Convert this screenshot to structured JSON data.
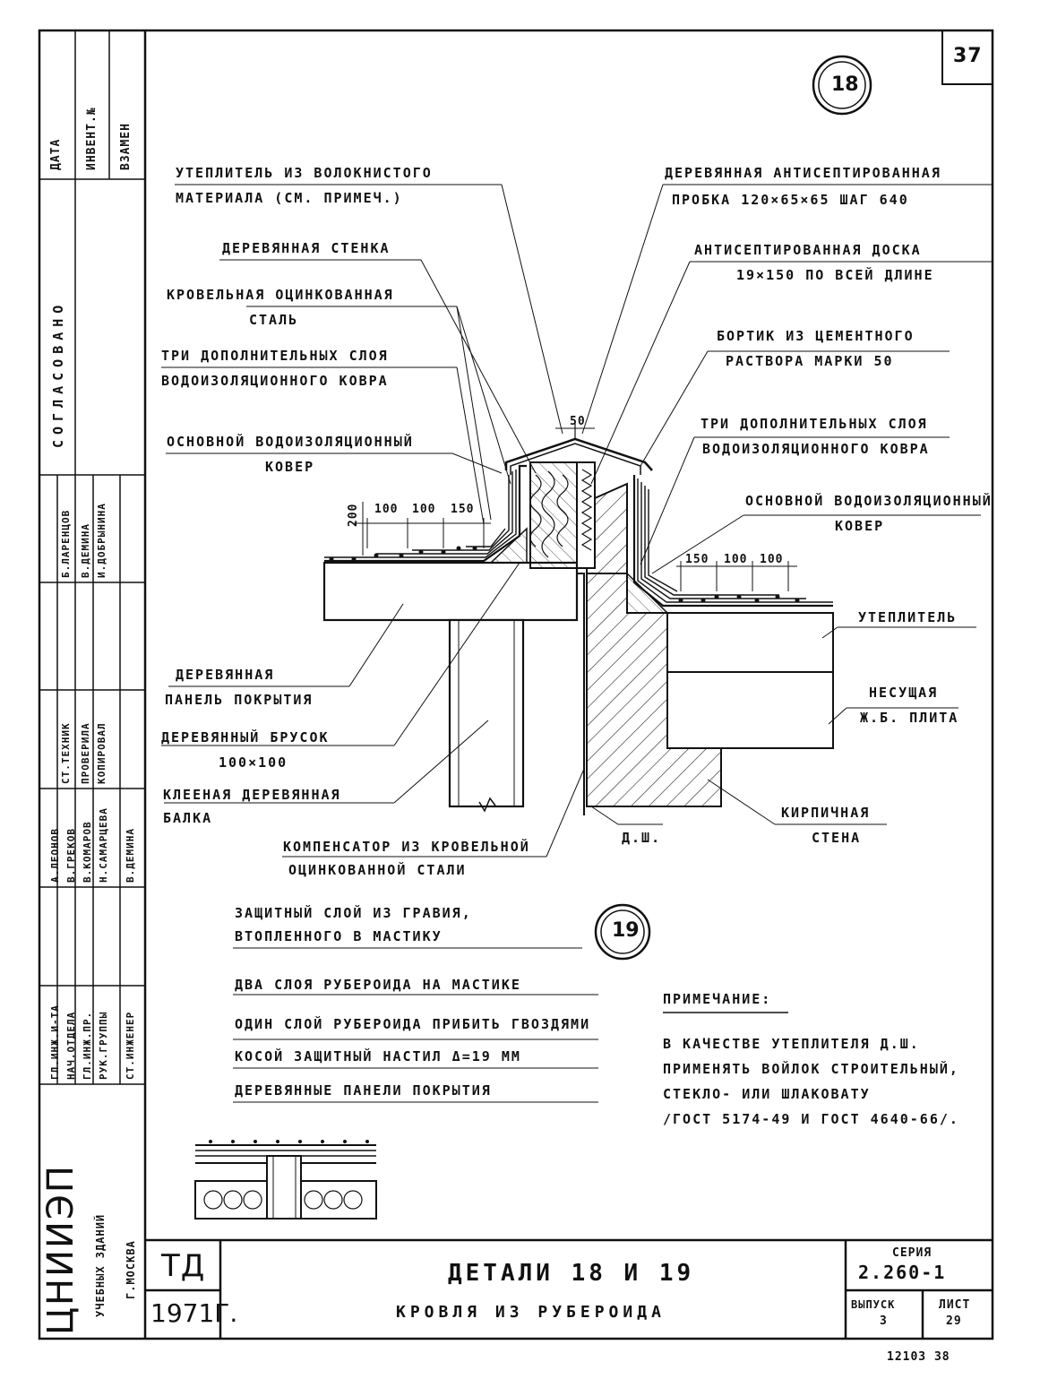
{
  "page_number": "37",
  "detail_18": "18",
  "detail_19": "19",
  "labels": {
    "insulation_fiber_1": "УТЕПЛИТЕЛЬ ИЗ ВОЛОКНИСТОГО",
    "insulation_fiber_2": "МАТЕРИАЛА (СМ. ПРИМЕЧ.)",
    "wood_wall": "ДЕРЕВЯННАЯ СТЕНКА",
    "roof_steel_1": "КРОВЕЛЬНАЯ ОЦИНКОВАННАЯ",
    "roof_steel_2": "СТАЛЬ",
    "three_layers_l_1": "ТРИ ДОПОЛНИТЕЛЬНЫХ СЛОЯ",
    "three_layers_l_2": "ВОДОИЗОЛЯЦИОННОГО КОВРА",
    "main_carpet_l_1": "ОСНОВНОЙ ВОДОИЗОЛЯЦИОННЫЙ",
    "main_carpet_l_2": "КОВЕР",
    "wood_plug_1": "ДЕРЕВЯННАЯ АНТИСЕПТИРОВАННАЯ",
    "wood_plug_2": "ПРОБКА 120×65×65 ШАГ 640",
    "board_1": "АНТИСЕПТИРОВАННАЯ ДОСКА",
    "board_2": "19×150 ПО ВСЕЙ ДЛИНЕ",
    "curb_1": "БОРТИК ИЗ ЦЕМЕНТНОГО",
    "curb_2": "РАСТВОРА МАРКИ 50",
    "three_layers_r_1": "ТРИ ДОПОЛНИТЕЛЬНЫХ СЛОЯ",
    "three_layers_r_2": "ВОДОИЗОЛЯЦИОННОГО КОВРА",
    "main_carpet_r_1": "ОСНОВНОЙ ВОДОИЗОЛЯЦИОННЫЙ",
    "main_carpet_r_2": "КОВЕР",
    "insulation": "УТЕПЛИТЕЛЬ",
    "bearing_slab_1": "НЕСУЩАЯ",
    "bearing_slab_2": "Ж.Б. ПЛИТА",
    "wood_panel_1": "ДЕРЕВЯННАЯ",
    "wood_panel_2": "ПАНЕЛЬ ПОКРЫТИЯ",
    "wood_bar_1": "ДЕРЕВЯННЫЙ БРУСОК",
    "wood_bar_2": "100×100",
    "glued_beam_1": "КЛЕЕНАЯ ДЕРЕВЯННАЯ",
    "glued_beam_2": "БАЛКА",
    "compensator_1": "КОМПЕНСАТОР ИЗ КРОВЕЛЬНОЙ",
    "compensator_2": "ОЦИНКОВАННОЙ СТАЛИ",
    "brick_wall_1": "КИРПИЧНАЯ",
    "brick_wall_2": "СТЕНА",
    "dsh": "Д.Ш.",
    "dim_50": "50",
    "dim_200": "200",
    "dim_l_100a": "100",
    "dim_l_100b": "100",
    "dim_l_150": "150",
    "dim_r_150": "150",
    "dim_r_100a": "100",
    "dim_r_100b": "100"
  },
  "detail19_layers": [
    "ЗАЩИТНЫЙ СЛОЙ ИЗ ГРАВИЯ,",
    "ВТОПЛЕННОГО В МАСТИКУ",
    "ДВА СЛОЯ РУБЕРОИДА НА МАСТИКЕ",
    "ОДИН СЛОЙ РУБЕРОИДА ПРИБИТЬ ГВОЗДЯМИ",
    "КОСОЙ ЗАЩИТНЫЙ НАСТИЛ δ=19 ММ",
    "ДЕРЕВЯННЫЕ ПАНЕЛИ ПОКРЫТИЯ"
  ],
  "note": {
    "title": "ПРИМЕЧАНИЕ:",
    "lines": [
      "В КАЧЕСТВЕ УТЕПЛИТЕЛЯ Д.Ш.",
      "ПРИМЕНЯТЬ ВОЙЛОК СТРОИТЕЛЬНЫЙ,",
      "СТЕКЛО- ИЛИ ШЛАКОВАТУ",
      "/ГОСТ 5174-49 И ГОСТ 4640-66/."
    ]
  },
  "title_block": {
    "td": "ТД",
    "year": "1971г.",
    "title": "ДЕТАЛИ 18 И 19",
    "subtitle": "КРОВЛЯ ИЗ РУБЕРОИДА",
    "series_label": "СЕРИЯ",
    "series_value": "2.260-1",
    "issue_label": "ВЫПУСК",
    "issue_value": "3",
    "sheet_label": "ЛИСТ",
    "sheet_value": "29"
  },
  "side_column": {
    "data": "ДАТА",
    "invent": "ИНВЕНТ.№",
    "vzamen": "ВЗАМЕН",
    "soglasovano": "СОГЛАСОВАНО",
    "names_a": [
      "Б.ЛАРЕНЦОВ",
      "В.ДЕМИНА",
      "И.ДОБРЫНИНА"
    ],
    "roles_b": [
      "СТ.ТЕХНИК",
      "ПРОВЕРИЛА",
      "КОПИРОВАЛ"
    ],
    "names_c": [
      "А.ЛЕОНОВ",
      "В.ГРЕКОВ",
      "В.КОМАРОВ",
      "Н.САМАРЦЕВА",
      "В.ДЕМИНА"
    ],
    "roles_d": [
      "ГЛ.ИНЖ.И-ТА",
      "НАЧ.ОТДЕЛА",
      "ГЛ.ИНЖ.ПР.",
      "РУК.ГРУППЫ",
      "СТ.ИНЖЕНЕР"
    ],
    "org_1": "ЦНИИЭП",
    "org_2": "УЧЕБНЫХ ЗДАНИЙ",
    "org_3": "Г.МОСКВА"
  },
  "footer_code": "12103 38"
}
